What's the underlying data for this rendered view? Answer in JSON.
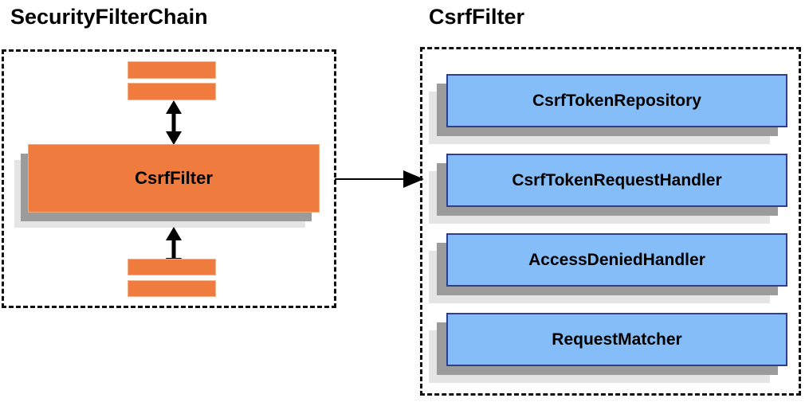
{
  "diagram": {
    "background_color": "#ffffff",
    "panels": [
      {
        "id": "security-filter-chain",
        "title": "SecurityFilterChain",
        "border_style": "dashed",
        "border_color": "#111111",
        "nodes": [
          {
            "label": "",
            "color": "#F07B3F",
            "kind": "filter-bar"
          },
          {
            "label": "",
            "color": "#F07B3F",
            "kind": "filter-bar"
          },
          {
            "label": "CsrfFilter",
            "color": "#F07B3F",
            "kind": "filter-box"
          },
          {
            "label": "",
            "color": "#F07B3F",
            "kind": "filter-bar"
          },
          {
            "label": "",
            "color": "#F07B3F",
            "kind": "filter-bar"
          }
        ]
      },
      {
        "id": "csrf-filter",
        "title": "CsrfFilter",
        "border_style": "dashed",
        "border_color": "#111111",
        "nodes": [
          {
            "label": "CsrfTokenRepository",
            "color": "#85BDF8",
            "kind": "collaborator-box"
          },
          {
            "label": "CsrfTokenRequestHandler",
            "color": "#85BDF8",
            "kind": "collaborator-box"
          },
          {
            "label": "AccessDeniedHandler",
            "color": "#85BDF8",
            "kind": "collaborator-box"
          },
          {
            "label": "RequestMatcher",
            "color": "#85BDF8",
            "kind": "collaborator-box"
          }
        ]
      }
    ],
    "connectors": [
      {
        "id": "chain-up",
        "type": "double-headed-arrow",
        "orientation": "vertical",
        "color": "#000000"
      },
      {
        "id": "chain-down",
        "type": "double-headed-arrow",
        "orientation": "vertical",
        "color": "#000000"
      },
      {
        "id": "panel-link",
        "type": "single-headed-arrow",
        "orientation": "horizontal",
        "color": "#000000",
        "from": "security-filter-chain",
        "to": "csrf-filter"
      }
    ],
    "colors": {
      "orange_fill": "#F07B3F",
      "orange_border": "#f5b08a",
      "blue_fill": "#85BDF8",
      "blue_border": "#2B3E91",
      "shadow_dark": "#9b9b9b",
      "shadow_light": "#e4e4e4",
      "text": "#000000"
    }
  }
}
